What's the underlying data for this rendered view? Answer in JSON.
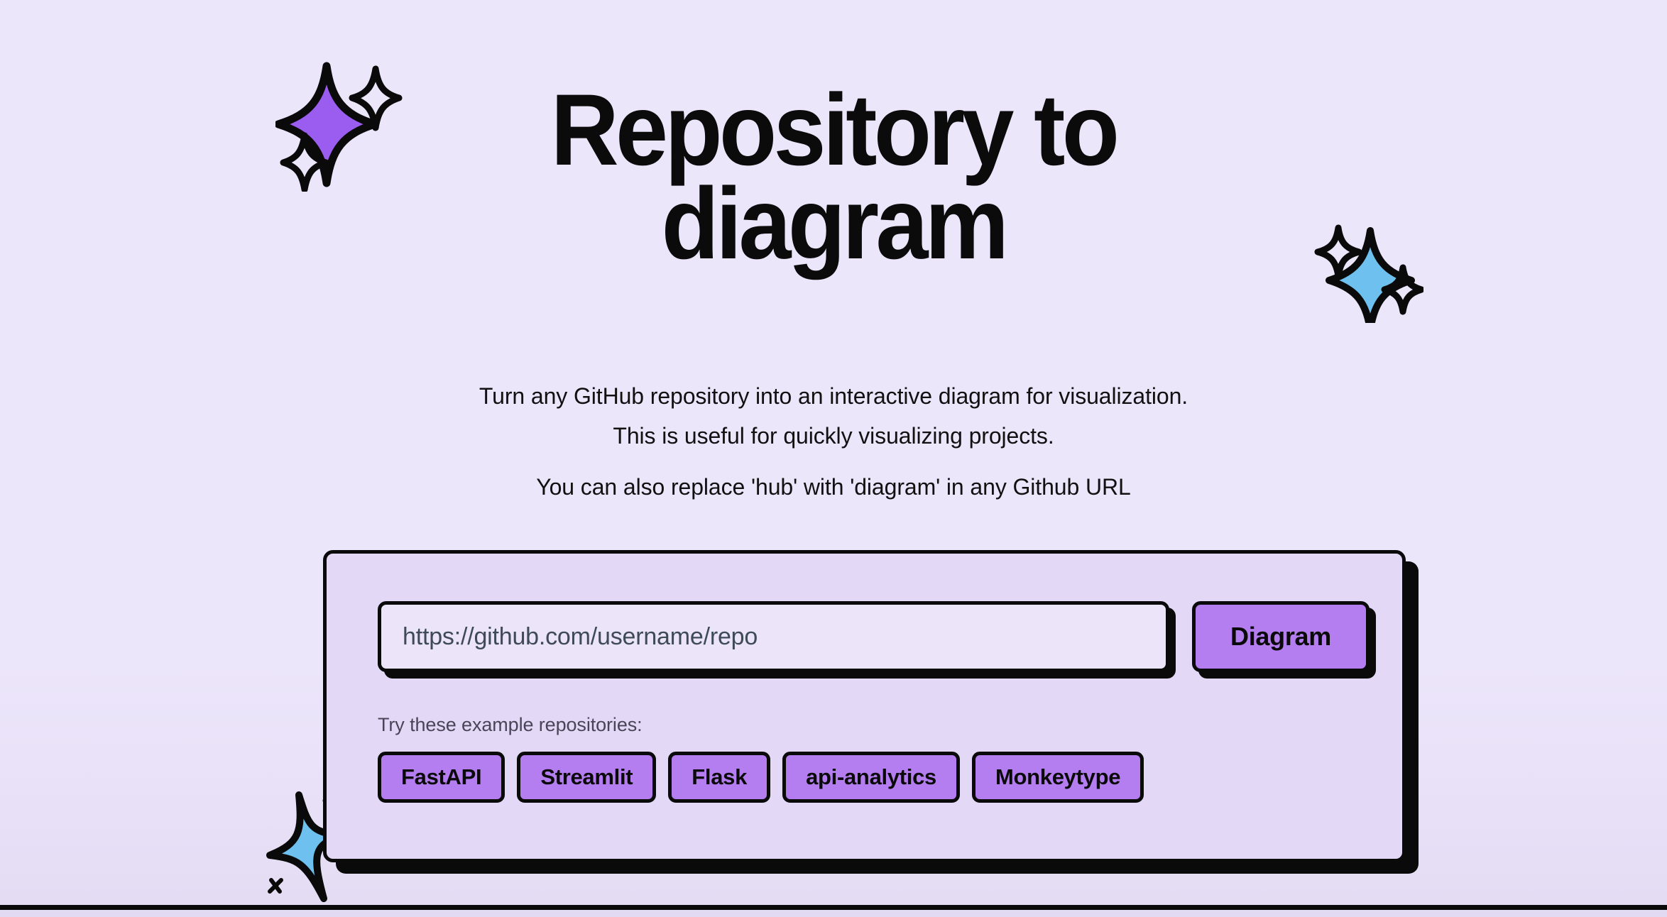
{
  "page": {
    "background_color": "#ece6fb",
    "accent_color": "#b47df0",
    "border_color": "#0a0a0a",
    "card_color": "#e4d8f7",
    "blue_color": "#6ec1ef",
    "purple_sparkle_color": "#9b5cf0"
  },
  "heading": {
    "line1": "Repository to",
    "line2": "diagram"
  },
  "description": {
    "line1": "Turn any GitHub repository into an interactive diagram for visualization.",
    "line2": "This is useful for quickly visualizing projects.",
    "line3": "You can also replace 'hub' with 'diagram' in any Github URL"
  },
  "form": {
    "url_placeholder": "https://github.com/username/repo",
    "url_value": "",
    "submit_label": "Diagram",
    "examples_label": "Try these example repositories:",
    "examples": [
      {
        "label": "FastAPI"
      },
      {
        "label": "Streamlit"
      },
      {
        "label": "Flask"
      },
      {
        "label": "api-analytics"
      },
      {
        "label": "Monkeytype"
      }
    ]
  },
  "decorations": [
    {
      "name": "sparkle-purple-top-left",
      "color": "#9b5cf0"
    },
    {
      "name": "sparkle-blue-top-right",
      "color": "#6ec1ef"
    },
    {
      "name": "sparkle-blue-bottom-left",
      "color": "#6ec1ef"
    }
  ]
}
